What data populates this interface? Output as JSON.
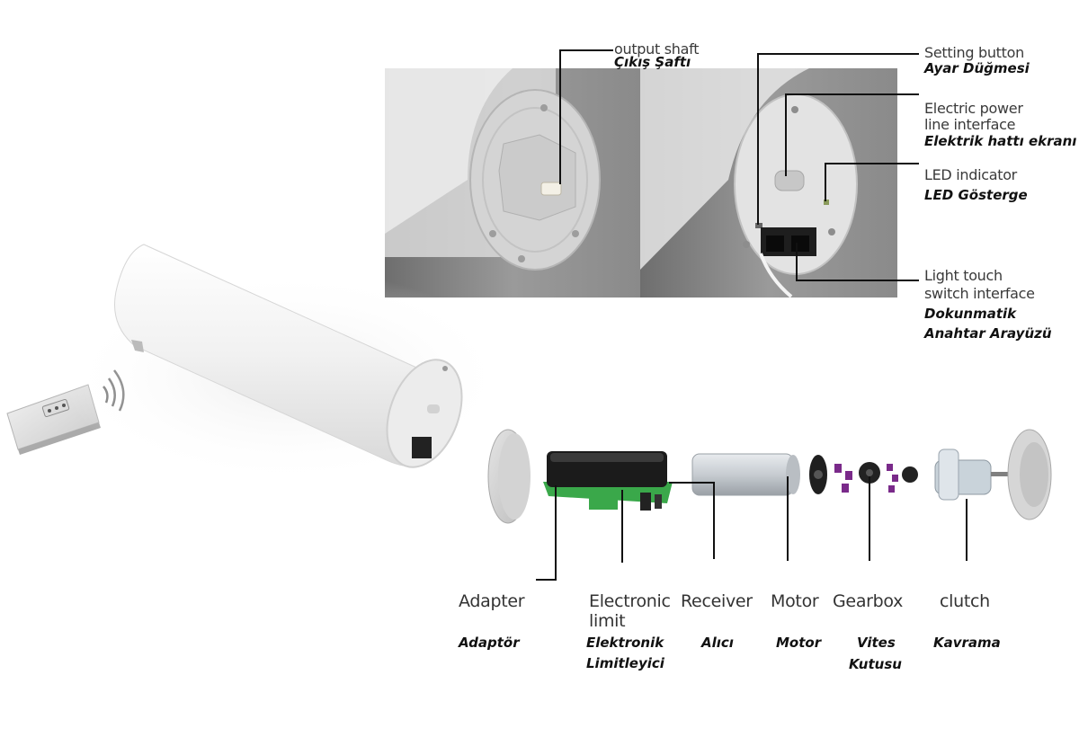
{
  "callouts": {
    "output_shaft": {
      "en": "output shaft",
      "tr": "Çıkış Şaftı"
    },
    "setting_button": {
      "en": "Setting button",
      "tr": "Ayar Düğmesi"
    },
    "power_line": {
      "en_line1": "Electric power",
      "en_line2": "line interface",
      "tr": "Elektrik hattı ekranı"
    },
    "led": {
      "en": "LED indicator",
      "tr": "LED Gösterge"
    },
    "touch_switch": {
      "en_line1": "Light touch",
      "en_line2": "switch interface",
      "tr_line1": "Dokunmatik",
      "tr_line2": "Anahtar Arayüzü"
    }
  },
  "components": {
    "adapter": {
      "en": "Adapter",
      "tr": "Adaptör"
    },
    "electronic_limit": {
      "en_line1": "Electronic",
      "en_line2": "limit",
      "tr_line1": "Elektronik",
      "tr_line2": "Limitleyici"
    },
    "receiver": {
      "en": "Receiver",
      "tr": "Alıcı"
    },
    "motor": {
      "en": "Motor",
      "tr": "Motor"
    },
    "gearbox": {
      "en": "Gearbox",
      "tr_line1": "Vites",
      "tr_line2": "Kutusu"
    },
    "clutch": {
      "en": "clutch",
      "tr": "Kavrama"
    }
  },
  "colors": {
    "photo_bg": "#8f8f8f",
    "pcb_green": "#3aa84a",
    "gear_purple": "#7a2a8a",
    "tube_white": "#f2f2f2"
  }
}
